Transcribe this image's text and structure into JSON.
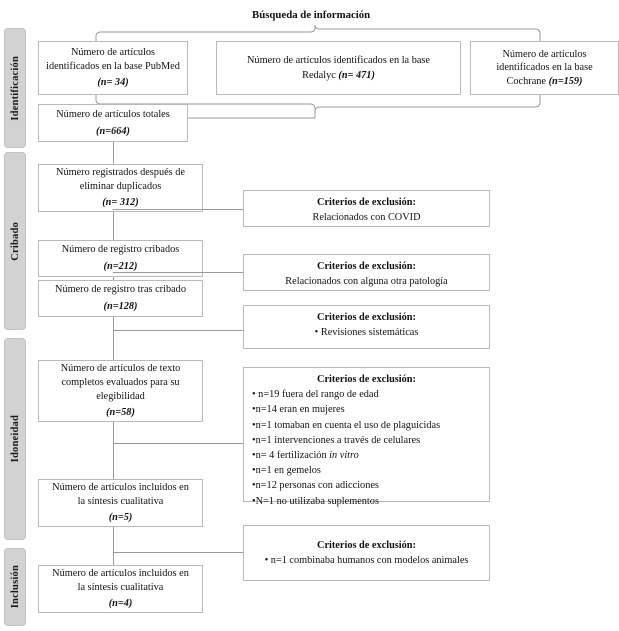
{
  "title": "Búsqueda de información",
  "phases": [
    {
      "label": "Identificación"
    },
    {
      "label": "Cribado"
    },
    {
      "label": "Idoneidad"
    },
    {
      "label": "Inclusión"
    }
  ],
  "boxes": {
    "pubmed": {
      "line1": "Número de artículos",
      "line2": "identificados en la base PubMed",
      "n": "(n= 34)"
    },
    "redalyc": {
      "line1": "Número de artículos identificados en la base",
      "line2": "Redalyc (n= 471)"
    },
    "cochrane": {
      "line1": "Número de artículos",
      "line2": "identificados en la base",
      "line3": "Cochrane (n=159)"
    },
    "totales": {
      "line1": "Número de artículos totales",
      "n": "(n=664)"
    },
    "duplicados": {
      "line1": "Número registrados después de",
      "line2": "eliminar duplicados",
      "n": "(n= 312)"
    },
    "cribados": {
      "line1": "Número de registro cribados",
      "n": "(n=212)"
    },
    "tras_cribado": {
      "line1": "Número de registro tras cribado",
      "n": "(n=128)"
    },
    "texto_completo": {
      "line1": "Número de artículos de texto",
      "line2": "completos evaluados para su",
      "line3": "elegibilidad",
      "n": "(n=58)"
    },
    "sintesis5": {
      "line1": "Número de artículos incluidos en",
      "line2": "la síntesis cualitativa",
      "n": "(n=5)"
    },
    "sintesis4": {
      "line1": "Número de artículos incluidos en",
      "line2": "la síntesis cualitativa",
      "n": "(n=4)"
    }
  },
  "exclusions": {
    "covid": {
      "title": "Criterios de exclusión:",
      "subtitle": "Relacionados con COVID"
    },
    "patologia": {
      "title": "Criterios de exclusión:",
      "subtitle": "Relacionados con alguna otra patología"
    },
    "revisiones": {
      "title": "Criterios de exclusión:",
      "items": [
        "• Revisiones sistemáticas"
      ]
    },
    "idoneidad": {
      "title": "Criterios de exclusión:",
      "items": [
        "• n=19 fuera del rango de edad",
        "•n=14 eran en mujeres",
        "•n=1 tomaban en cuenta el uso de plaguicidas",
        "•n=1 intervenciones a través de celulares",
        "•n= 4 fertilización in vitro",
        "•n=1 en gemelos",
        "•n=12 personas con adicciones",
        "•N=1 no utilizaba suplementos"
      ]
    },
    "animales": {
      "title": "Criterios de exclusión:",
      "items": [
        "• n=1 combinaba humanos con modelos animales"
      ]
    }
  },
  "colors": {
    "phase_fill": "#d2d2d2",
    "box_border": "#b9b9b9",
    "line": "#9a9a9a",
    "text": "#111111"
  }
}
